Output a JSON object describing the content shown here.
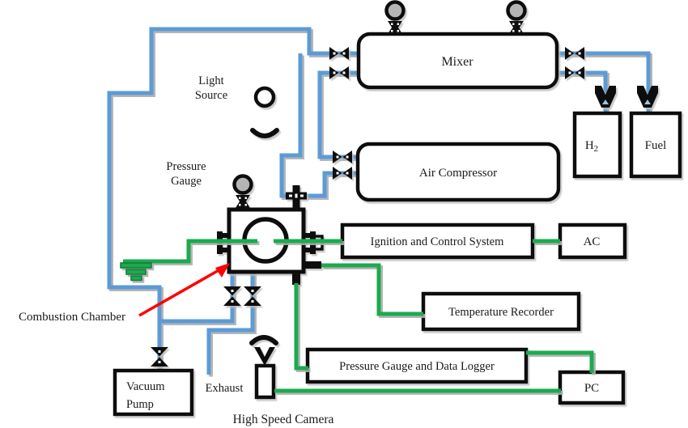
{
  "diagram": {
    "title": "Combustion experimental setup schematic",
    "colors": {
      "pipe_blue": "#5b9bd5",
      "signal_green": "#1aaa50",
      "light_beam_yellow": "#ffff00",
      "pointer_red": "#ff0000",
      "outline_black": "#111111",
      "gauge_gray": "#b5b5b5"
    },
    "boxes": {
      "mixer": "Mixer",
      "air_compressor": "Air Compressor",
      "h2_main": "H",
      "h2_sub": "2",
      "fuel": "Fuel",
      "ignition": "Ignition and Control  System",
      "ac": "AC",
      "temperature_recorder": "Temperature Recorder",
      "pressure_logger": "Pressure Gauge and Data Logger",
      "pc": "PC",
      "vacuum_pump_line1": "Vacuum",
      "vacuum_pump_line2": "Pump"
    },
    "labels": {
      "light_source_line1": "Light",
      "light_source_line2": "Source",
      "pressure_gauge_line1": "Pressure",
      "pressure_gauge_line2": "Gauge",
      "combustion_chamber": "Combustion Chamber",
      "exhaust": "Exhaust",
      "high_speed_camera": "High Speed Camera"
    }
  }
}
